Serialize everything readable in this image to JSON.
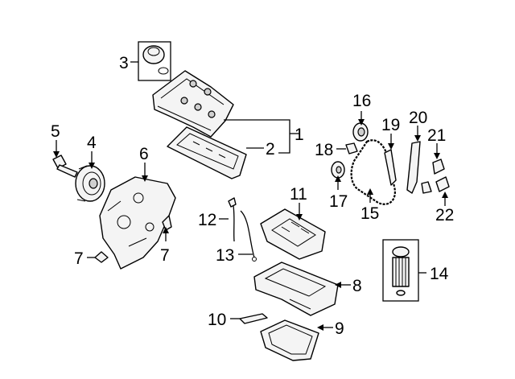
{
  "callouts": {
    "c1": "1",
    "c2": "2",
    "c3": "3",
    "c4": "4",
    "c5": "5",
    "c6": "6",
    "c7a": "7",
    "c7b": "7",
    "c8": "8",
    "c9": "9",
    "c10": "10",
    "c11": "11",
    "c12": "12",
    "c13": "13",
    "c14": "14",
    "c15": "15",
    "c16": "16",
    "c17": "17",
    "c18": "18",
    "c19": "19",
    "c20": "20",
    "c21": "21",
    "c22": "22"
  }
}
